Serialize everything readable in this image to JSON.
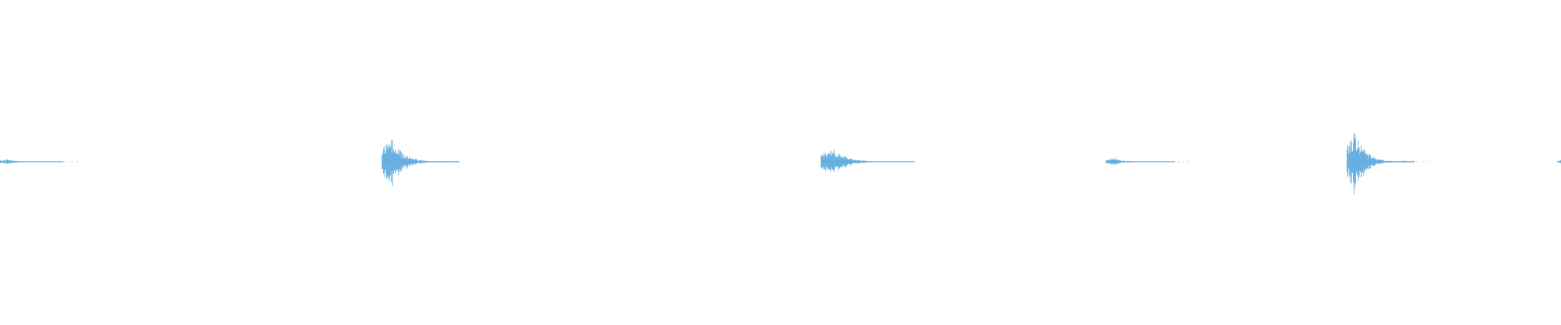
{
  "waveform": {
    "color": "#5aa9dc",
    "background": "#ffffff",
    "clips": [
      {
        "id": "clip-1",
        "peak": 0.04,
        "tail": 0.6
      },
      {
        "id": "clip-2",
        "peak": 0.4,
        "tail": 0.5
      },
      {
        "id": "clip-3",
        "peak": 0.22,
        "tail": 0.5
      },
      {
        "id": "clip-4",
        "peak": 0.06,
        "tail": 0.5
      },
      {
        "id": "clip-5",
        "peak": 0.5,
        "tail": 0.5
      },
      {
        "id": "clip-6",
        "peak": 0.03,
        "tail": 0.2
      }
    ]
  }
}
